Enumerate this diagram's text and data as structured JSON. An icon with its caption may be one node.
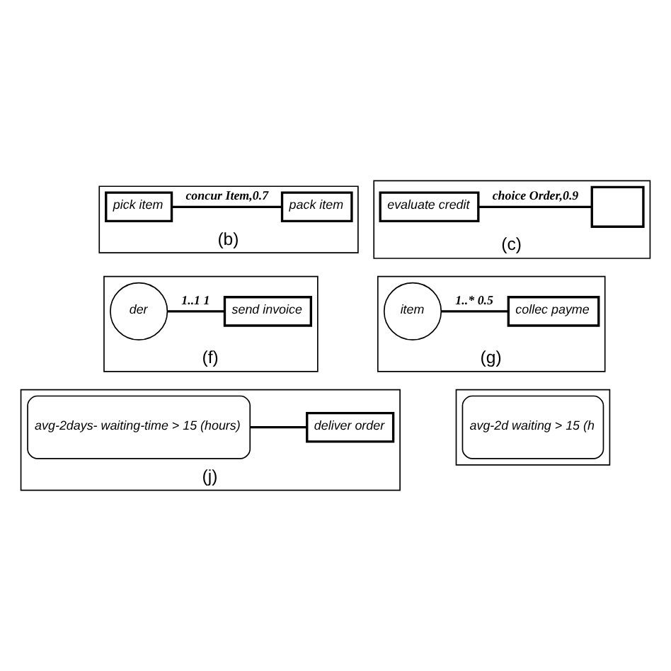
{
  "diagram": {
    "nodes": [
      {
        "text": [
          "(b)"
        ]
      },
      {
        "text": [
          "pick item"
        ],
        "in": 0
      },
      {
        "text": [
          "pack item"
        ],
        "in": 0
      },
      {
        "text": [
          "(c)"
        ]
      },
      {
        "text": [
          "evaluate credit"
        ],
        "in": 3
      },
      {
        "text": [],
        "shape": "box",
        "in": 3
      },
      {
        "text": [
          "(f)"
        ]
      },
      {
        "text": [
          "der"
        ],
        "in": 6
      },
      {
        "text": [
          "send invoice"
        ],
        "in": 6
      },
      {
        "text": [
          "(g)"
        ]
      },
      {
        "text": [
          "item"
        ],
        "in": 9
      },
      {
        "text": [
          "collec payme"
        ],
        "in": 9
      },
      {
        "text": [
          "(j)"
        ]
      },
      {
        "text": [
          "avg-2days- waiting-time > 15 (hours)"
        ],
        "in": 12
      },
      {
        "text": [
          "deliver order"
        ],
        "in": 12
      },
      {
        "text": [],
        "shape": "box"
      },
      {
        "text": [
          "avg-2d waiting > 15 (h"
        ],
        "in": 15
      }
    ],
    "edges": [
      {
        "from": 1,
        "to": 2,
        "arrow": "none",
        "label": "concur Item,0.7"
      },
      {
        "from": 4,
        "to": 5,
        "arrow": "none",
        "label": "choice Order,0.9"
      },
      {
        "from": 7,
        "to": 8,
        "arrow": "none",
        "label": "1..1 1"
      },
      {
        "from": 10,
        "to": 11,
        "arrow": "none",
        "label": "1..* 0.5"
      },
      {
        "from": 13,
        "to": 14,
        "arrow": "none"
      }
    ]
  }
}
